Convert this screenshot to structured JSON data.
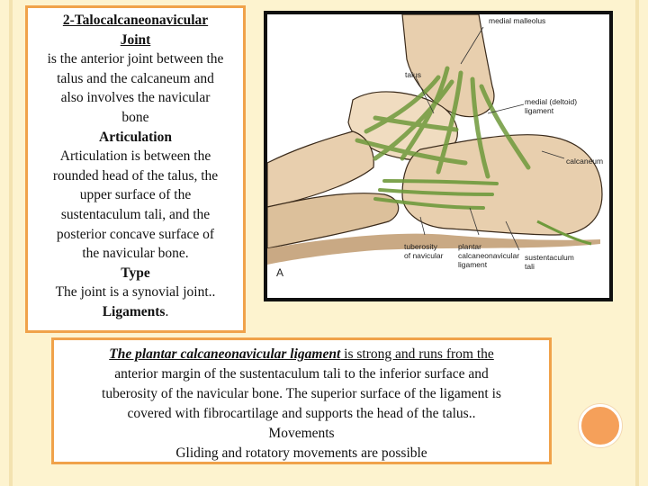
{
  "left_panel": {
    "title_line1": "2-Talocalcaneonavicular ",
    "title_line2": "Joint",
    "intro": [
      "is the anterior joint between the",
      "talus and the calcaneum and",
      "also involves the navicular",
      "bone"
    ],
    "articulation_heading": "Articulation",
    "articulation": [
      "Articulation is between the",
      "rounded head of the talus, the",
      "upper surface of the",
      "sustentaculum tali, and the",
      "posterior concave surface of",
      "the navicular bone."
    ],
    "type_heading": "Type",
    "type_text": "The joint is a synovial joint..",
    "ligaments_heading": "Ligaments",
    "ligaments_suffix": "."
  },
  "figure": {
    "labels": {
      "medial_malleolus": "medial malleolus",
      "talus": "talus",
      "medial_ligament_1": "medial (deltoid)",
      "medial_ligament_2": "ligament",
      "calcaneum": "calcaneum",
      "tuberosity_1": "tuberosity",
      "tuberosity_2": "of navicular",
      "plantar_1": "plantar",
      "plantar_2": "calcaneonavicular",
      "plantar_3": "ligament",
      "sustentaculum_1": "sustentaculum",
      "sustentaculum_2": "tali",
      "panel_letter": "A"
    },
    "colors": {
      "bone": "#e8cfae",
      "ligament": "#6f9a3c",
      "outline": "#3a2a1a"
    }
  },
  "bottom_panel": {
    "line1_name": "The plantar calcaneonavicular ligament",
    "line1_rest": " is strong and runs from the ",
    "lines": [
      "anterior margin of the sustentaculum tali to the inferior surface and",
      "tuberosity of the navicular bone. The superior surface of the ligament is",
      "covered with fibrocartilage and supports the head of the talus..",
      "Movements",
      "Gliding and rotatory movements are possible"
    ]
  },
  "theme": {
    "background": "#fdf3cf",
    "border": "#f0a24a",
    "dot": "#f5a05a"
  }
}
